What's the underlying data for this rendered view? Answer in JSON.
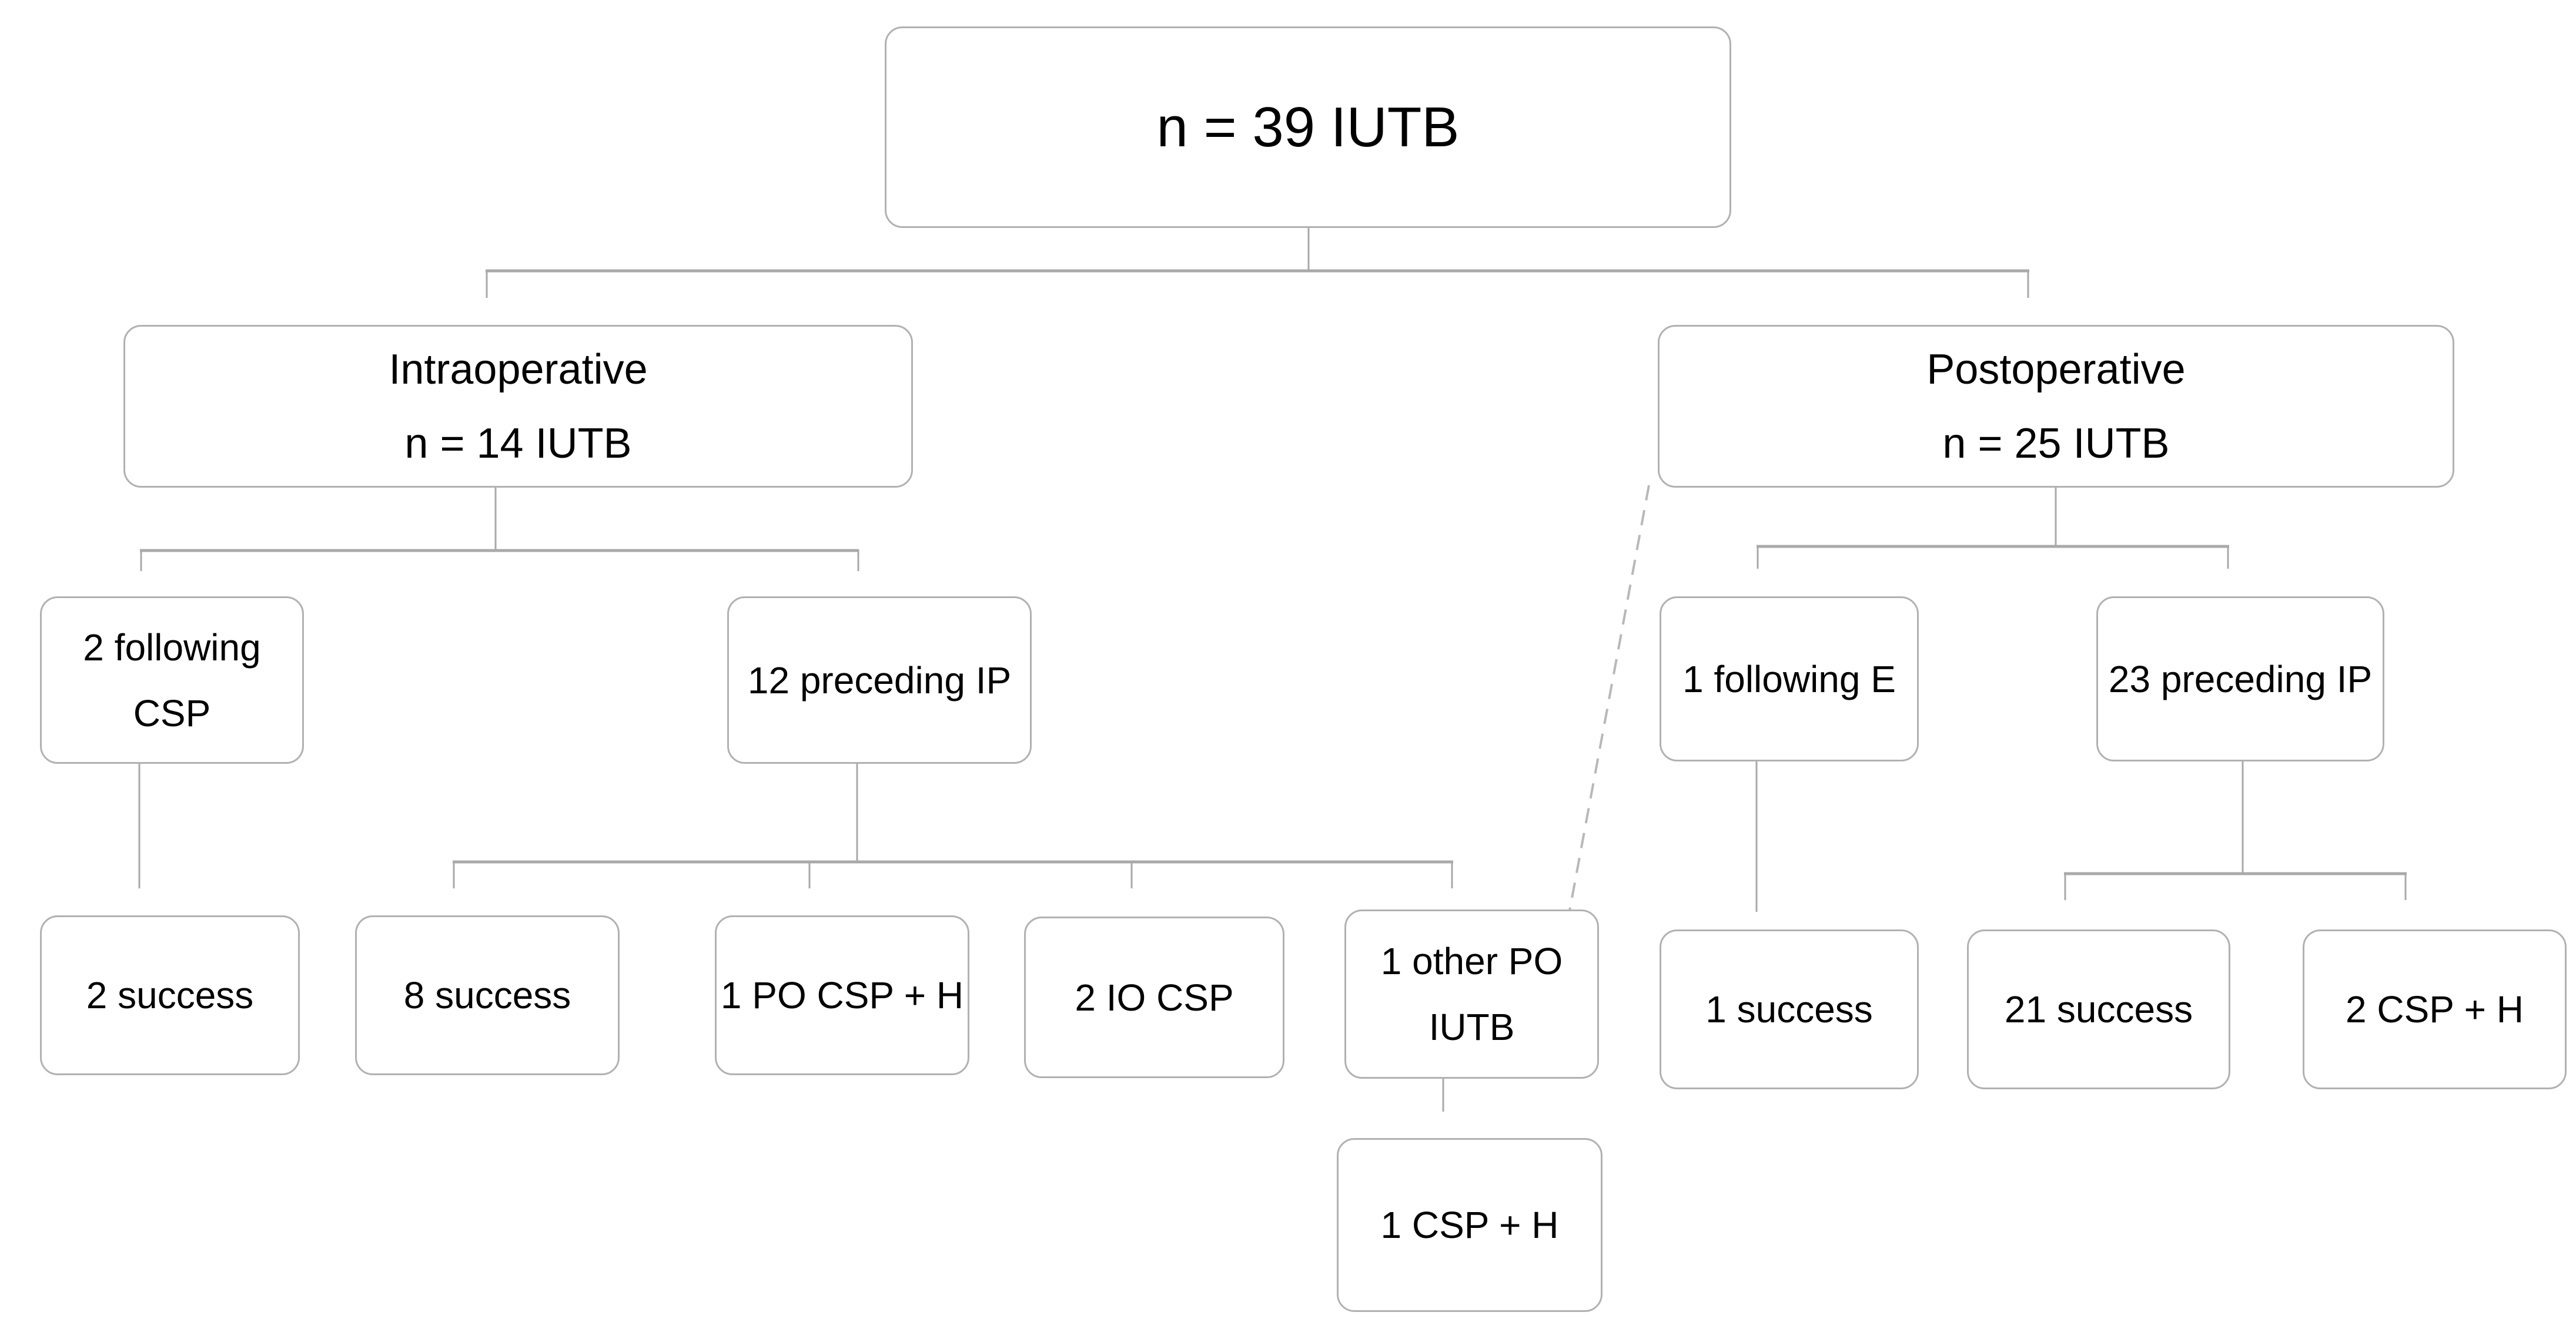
{
  "figure": {
    "type": "flowchart",
    "description_root": "n = 39 IUTB"
  },
  "colors": {
    "background": "#ffffff",
    "box_fill": "#ffffff",
    "box_border": "#b1b1b1",
    "connector": "#a9a9a9",
    "dashed_connector": "#b8b8b8",
    "text": "#000000"
  },
  "nodes": {
    "root": {
      "line1": "n = 39 IUTB"
    },
    "intraoperative": {
      "line1": "Intraoperative",
      "line2": "n = 14 IUTB"
    },
    "postoperative": {
      "line1": "Postoperative",
      "line2": "n = 25 IUTB"
    },
    "following_csp": {
      "line1": "2 following",
      "line2": "CSP"
    },
    "preceding_ip_12": {
      "line1": "12 preceding IP"
    },
    "following_e": {
      "line1": "1 following E"
    },
    "preceding_ip_23": {
      "line1": "23 preceding IP"
    },
    "success_2": {
      "line1": "2 success"
    },
    "success_8": {
      "line1": "8 success"
    },
    "po_csp_h": {
      "line1": "1 PO CSP + H"
    },
    "io_csp": {
      "line1": "2 IO CSP"
    },
    "other_po_iutb": {
      "line1": "1 other PO",
      "line2": "IUTB"
    },
    "success_1": {
      "line1": "1 success"
    },
    "success_21": {
      "line1": "21 success"
    },
    "csp_h_2": {
      "line1": "2 CSP + H"
    },
    "csp_h_1": {
      "line1": "1 CSP + H"
    }
  }
}
